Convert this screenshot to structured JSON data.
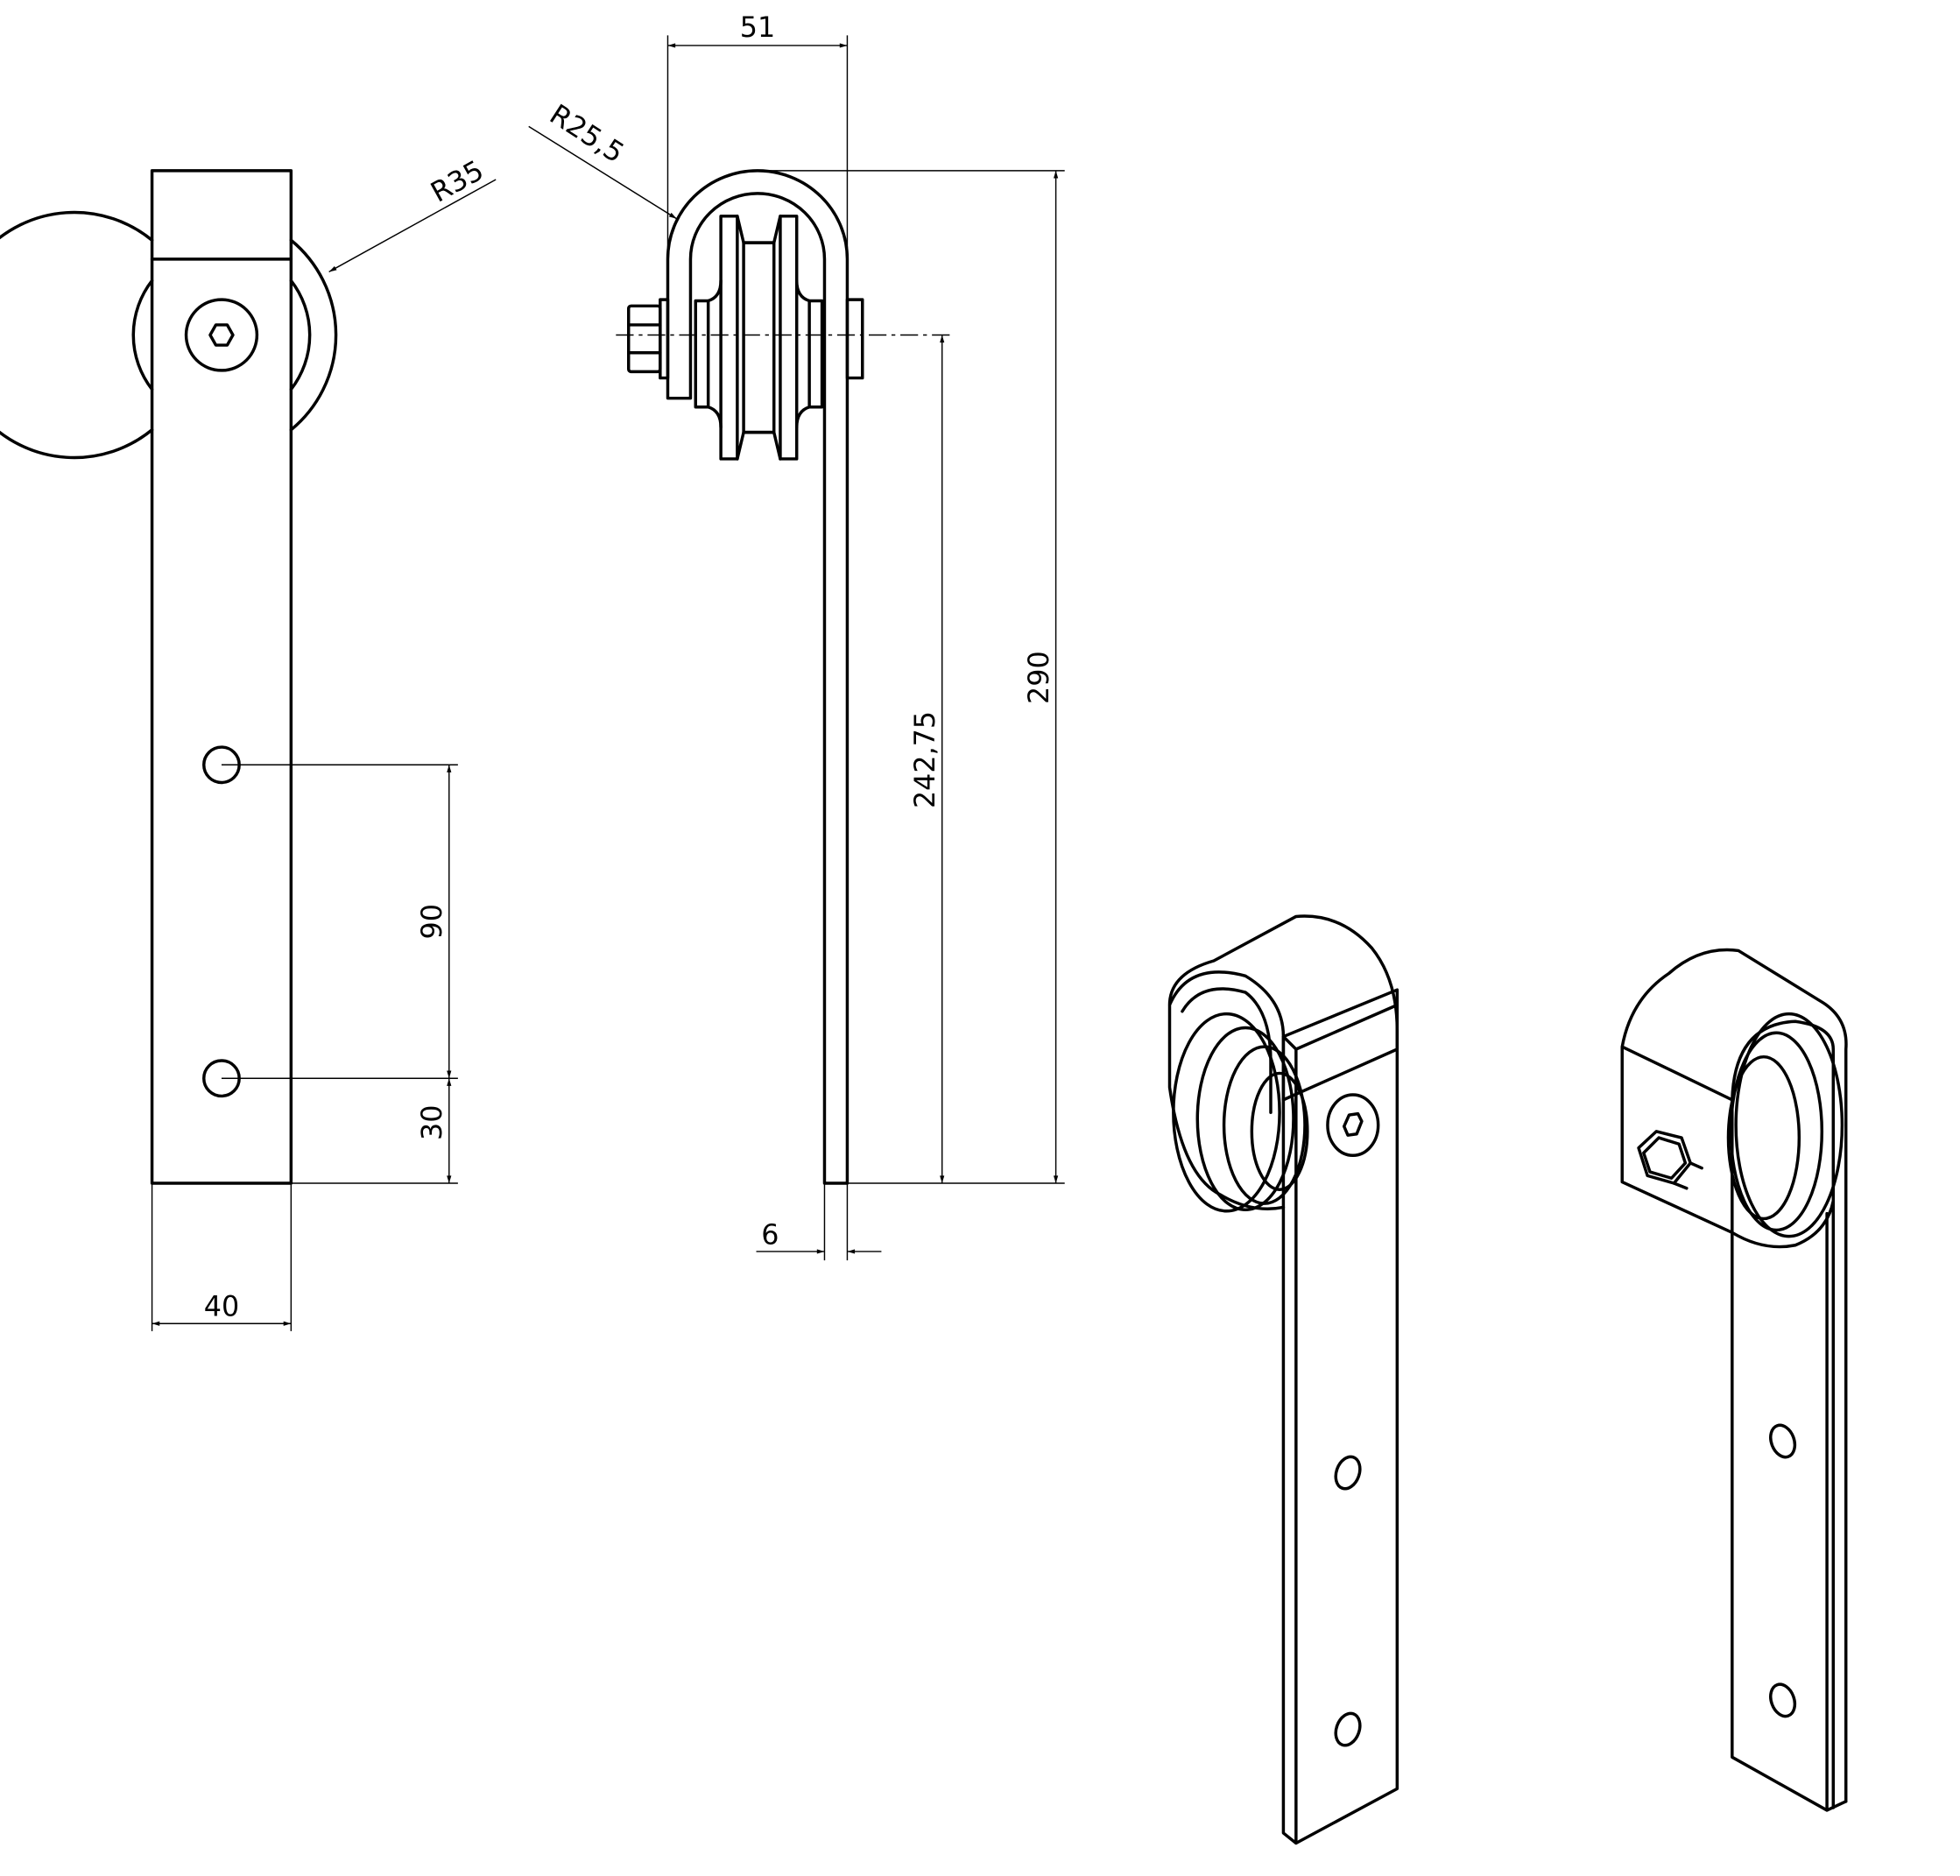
{
  "drawing": {
    "line_color": "#000000",
    "background": "#ffffff",
    "views": [
      "front-view",
      "side-view",
      "isometric-view-left",
      "isometric-view-right"
    ]
  },
  "dimensions": {
    "width_top": "51",
    "bend_radius": "R25,5",
    "wheel_radius": "R35",
    "total_height": "290",
    "axle_height": "242,75",
    "hole_spacing": "90",
    "hole_bottom_offset": "30",
    "strap_thickness": "6",
    "strap_width": "40"
  }
}
